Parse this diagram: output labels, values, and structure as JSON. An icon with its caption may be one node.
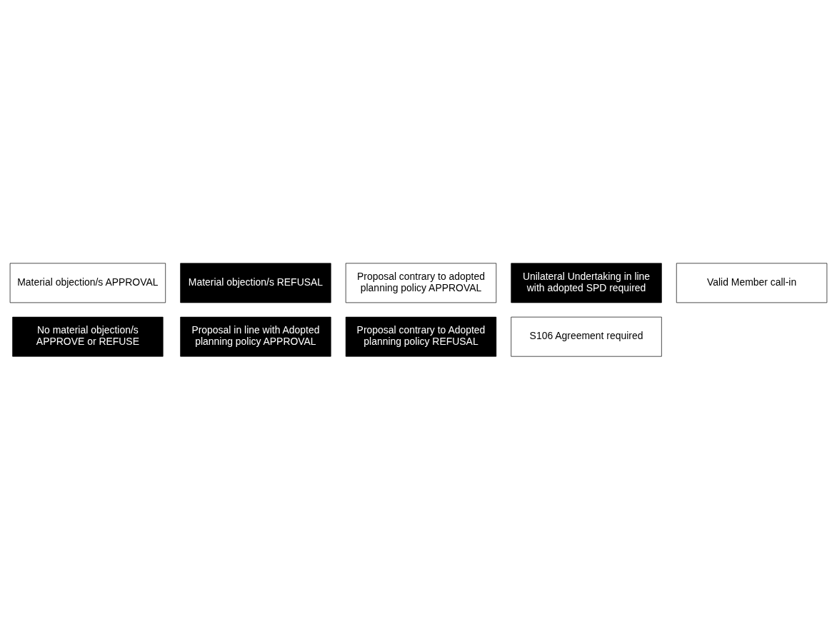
{
  "diagram": {
    "nodes": [
      {
        "text": [
          "No material objection/s APPROVE or REFUSE"
        ]
      },
      {
        "text": [
          "Material objection/s APPROVAL"
        ]
      },
      {
        "text": [
          "Material objection/s REFUSAL"
        ]
      },
      {
        "text": [
          "Proposal in line with Adopted planning policy APPROVAL"
        ]
      },
      {
        "text": [
          "Proposal contrary to adopted planning policy APPROVAL"
        ]
      },
      {
        "text": [
          "Proposal contrary to Adopted planning policy REFUSAL"
        ]
      },
      {
        "text": [
          "Unilateral Undertaking in line with adopted SPD required"
        ]
      },
      {
        "text": [
          "S106 Agreement required"
        ]
      },
      {
        "text": [
          "Valid Member call-in"
        ]
      }
    ]
  }
}
